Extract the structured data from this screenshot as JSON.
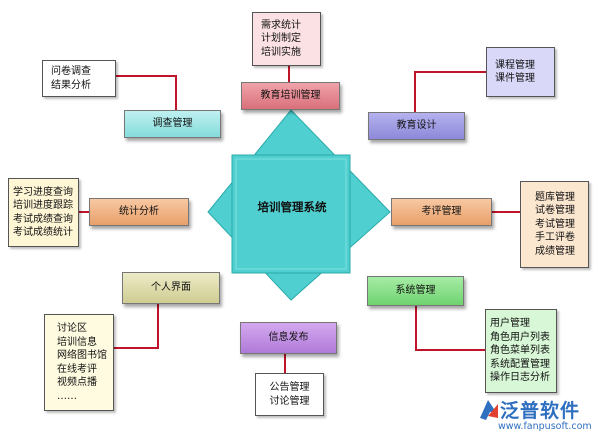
{
  "colors": {
    "connector": "#c0142a",
    "center_fill": "#4fcfcf",
    "center_border": "#2ba9a9",
    "brand": "#2f6fc0"
  },
  "center": {
    "title": "培训管理系统"
  },
  "modules": {
    "education_training": "教育培训管理",
    "education_design": "教育设计",
    "survey": "调查管理",
    "statistics": "统计分析",
    "exam_review": "考评管理",
    "personal": "个人界面",
    "system": "系统管理",
    "info_publish": "信息发布"
  },
  "leaves": {
    "education_training": [
      "需求统计",
      "计划制定",
      "培训实施"
    ],
    "education_design": [
      "课程管理",
      "课件管理"
    ],
    "survey": [
      "问卷调查",
      "结果分析"
    ],
    "statistics": [
      "学习进度查询",
      "培训进度跟踪",
      "考试成绩查询",
      "考试成绩统计"
    ],
    "exam_review": [
      "题库管理",
      "试卷管理",
      "考试管理",
      "手工评卷",
      "成绩管理"
    ],
    "personal": [
      "讨论区",
      "培训信息",
      "网络图书馆",
      "在线考评",
      "视频点播",
      "……"
    ],
    "system": [
      "用户管理",
      "角色用户列表",
      "角色菜单列表",
      "系统配置管理",
      "操作日志分析"
    ],
    "info_publish": [
      "公告管理",
      "讨论管理"
    ]
  },
  "logo": {
    "name": "泛普软件",
    "url": "www.fanpusoft.com"
  }
}
